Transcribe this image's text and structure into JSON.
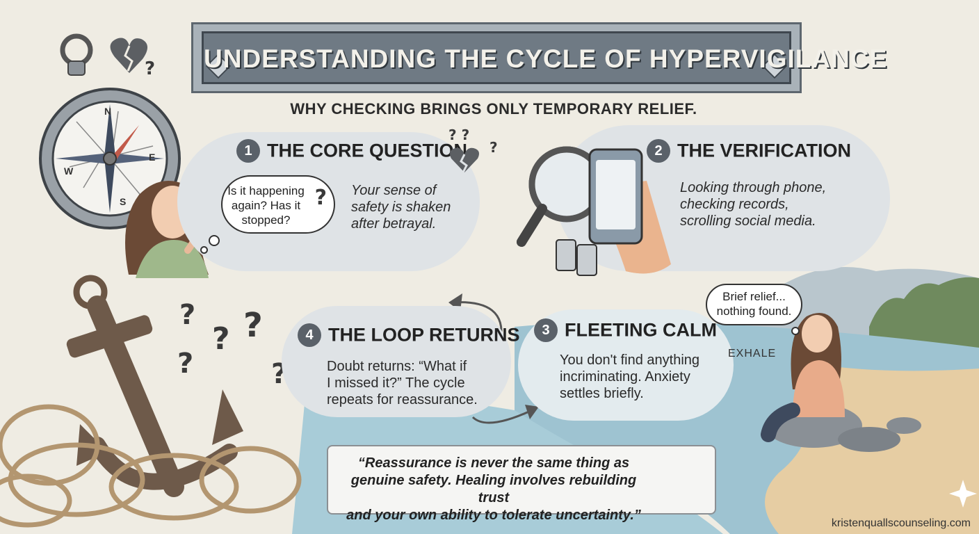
{
  "header": {
    "title": "UNDERSTANDING THE CYCLE OF HYPERVIGILANCE",
    "subtitle": "WHY CHECKING BRINGS ONLY TEMPORARY RELIEF."
  },
  "steps": [
    {
      "number": "1",
      "title": "THE CORE QUESTION",
      "thought_lines": [
        "Is it happening",
        "again? Has it",
        "stopped?"
      ],
      "description_lines": [
        "Your sense of",
        "safety is shaken",
        "after betrayal."
      ]
    },
    {
      "number": "2",
      "title": "THE VERIFICATION",
      "description_lines": [
        "Looking through phone,",
        "checking records,",
        "scrolling social media."
      ]
    },
    {
      "number": "3",
      "title": "FLEETING CALM",
      "thought_lines": [
        "Brief relief...",
        "nothing found."
      ],
      "exhale": "EXHALE",
      "description_lines": [
        "You don't find anything",
        "incriminating. Anxiety",
        "settles briefly."
      ]
    },
    {
      "number": "4",
      "title": "THE LOOP RETURNS",
      "description_lines": [
        "Doubt returns: “What if",
        "I missed it?” The cycle",
        "repeats for reassurance."
      ]
    }
  ],
  "quote": {
    "lines": [
      "“Reassurance is never the same thing as",
      "genuine safety. Healing involves rebuilding trust",
      "and your own ability to tolerate uncertainty.”"
    ]
  },
  "footer": {
    "website": "kristenquallscounseling.com"
  },
  "compass_letters": {
    "n": "N",
    "e": "E",
    "w": "W",
    "s": "S"
  },
  "colors": {
    "banner": "#6f7a84",
    "cloud": "#dfe3e6",
    "water": "#8fb8c9",
    "sand": "#e4c99c",
    "accent_red": "#c25a4a"
  }
}
